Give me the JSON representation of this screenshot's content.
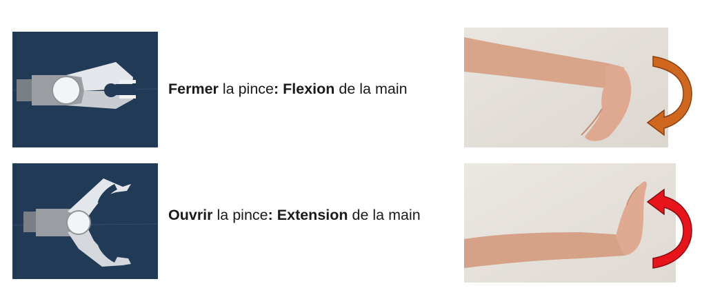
{
  "rows": [
    {
      "action_word": "Fermer",
      "action_rest": " la pince",
      "separator": ": ",
      "movement_word": "Flexion",
      "movement_rest": " de la main",
      "gripper_state": "closed",
      "arrow_color": "#d0671e"
    },
    {
      "action_word": "Ouvrir",
      "action_rest": " la pince",
      "separator": ": ",
      "movement_word": "Extension",
      "movement_rest": " de la main",
      "gripper_state": "open",
      "arrow_color": "#e8141c"
    }
  ],
  "colors": {
    "panel_background": "#213a55",
    "gripper_body": "#e3e6ea",
    "gripper_hub": "#8f9499"
  }
}
